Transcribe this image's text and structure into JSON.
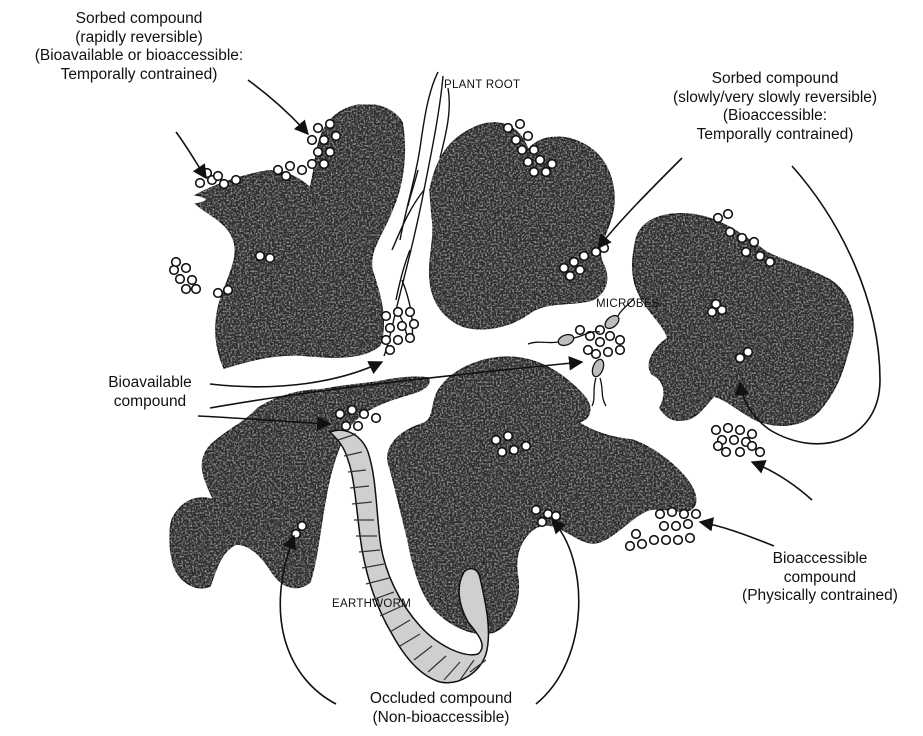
{
  "labels": {
    "sorbed_rapid": [
      "Sorbed compound",
      "(rapidly reversible)",
      "(Bioavailable or bioaccessible:",
      "Temporally contrained)"
    ],
    "sorbed_slow": [
      "Sorbed compound",
      "(slowly/very slowly reversible)",
      "(Bioaccessible:",
      "Temporally contrained)"
    ],
    "plant_root": "PLANT ROOT",
    "microbes": "MICROBES",
    "bioavailable": [
      "Bioavailable",
      "compound"
    ],
    "earthworm": "EARTHWORM",
    "bioaccessible": [
      "Bioaccessible",
      "compound",
      "(Physically contrained)"
    ],
    "occluded": [
      "Occluded compound",
      "(Non-bioaccessible)"
    ]
  },
  "colors": {
    "aggregate_fill": "#2e2e2e",
    "aggregate_speckle": "#8a8a8a",
    "worm_fill": "#cfcfcf",
    "outline": "#111111",
    "background": "#ffffff"
  }
}
